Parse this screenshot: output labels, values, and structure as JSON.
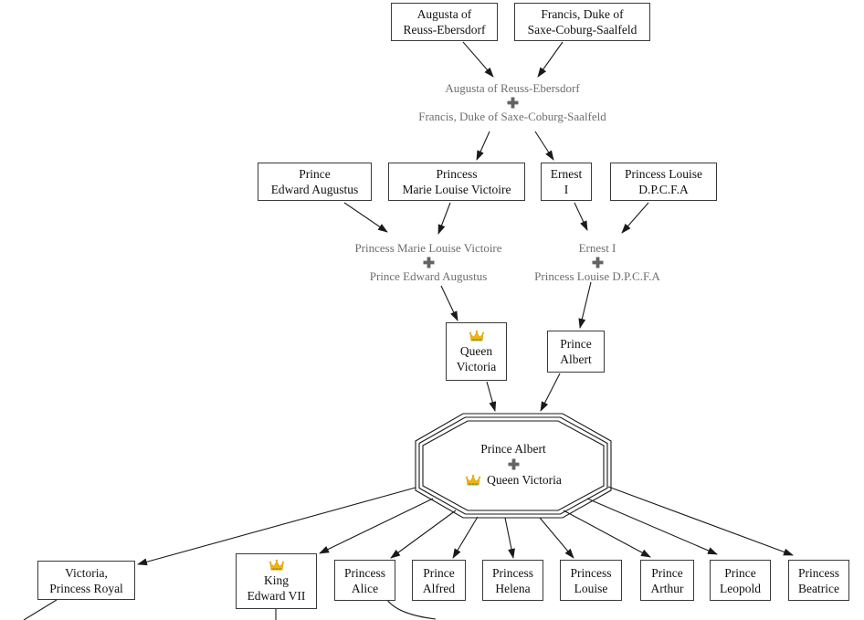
{
  "diagram_type": "family-tree",
  "colors": {
    "background": "#ffffff",
    "box_border": "#3a3a3a",
    "node_text": "#101010",
    "union_text": "#6e6e6e",
    "plus_icon": "#636363",
    "edge": "#1a1a1a",
    "crown_gold": "#f4b400",
    "crown_band": "#e09f00",
    "crown_gem": "#2aa198"
  },
  "icons": {
    "plus": "plus-icon",
    "crown": "crown-icon"
  },
  "nodes": {
    "augusta": {
      "lines": [
        "Augusta of",
        "Reuss-Ebersdorf"
      ]
    },
    "francis": {
      "lines": [
        "Francis, Duke of",
        "Saxe-Coburg-Saalfeld"
      ]
    },
    "edward_augustus": {
      "lines": [
        "Prince",
        "Edward Augustus"
      ]
    },
    "marie_louise": {
      "lines": [
        "Princess",
        "Marie Louise Victoire"
      ]
    },
    "ernest": {
      "lines": [
        "Ernest",
        "I"
      ]
    },
    "louise_dpcfa": {
      "lines": [
        "Princess Louise",
        "D.P.C.F.A"
      ]
    },
    "queen_victoria": {
      "crowned": true,
      "lines": [
        "Queen",
        "Victoria"
      ]
    },
    "prince_albert": {
      "lines": [
        "Prince",
        "Albert"
      ]
    },
    "victoria_royal": {
      "lines": [
        "Victoria,",
        "Princess Royal"
      ]
    },
    "edward_vii": {
      "crowned": true,
      "lines": [
        "King",
        "Edward VII"
      ]
    },
    "alice": {
      "lines": [
        "Princess",
        "Alice"
      ]
    },
    "alfred": {
      "lines": [
        "Prince",
        "Alfred"
      ]
    },
    "helena": {
      "lines": [
        "Princess",
        "Helena"
      ]
    },
    "louise": {
      "lines": [
        "Princess",
        "Louise"
      ]
    },
    "arthur": {
      "lines": [
        "Prince",
        "Arthur"
      ]
    },
    "leopold": {
      "lines": [
        "Prince",
        "Leopold"
      ]
    },
    "beatrice": {
      "lines": [
        "Princess",
        "Beatrice"
      ]
    }
  },
  "unions": {
    "u1": {
      "top": "Augusta of Reuss-Ebersdorf",
      "bottom": "Francis, Duke of Saxe-Coburg-Saalfeld"
    },
    "u2": {
      "top": "Princess Marie Louise Victoire",
      "bottom": "Prince Edward Augustus"
    },
    "u3": {
      "top": "Ernest I",
      "bottom": "Princess Louise D.P.C.F.A"
    },
    "u4": {
      "top": "Prince Albert",
      "bottom": "Queen Victoria",
      "bottom_crowned": true
    }
  },
  "edges": [
    {
      "from": "augusta",
      "to": "u1"
    },
    {
      "from": "francis",
      "to": "u1"
    },
    {
      "from": "u1",
      "to": "marie_louise"
    },
    {
      "from": "u1",
      "to": "ernest"
    },
    {
      "from": "edward_augustus",
      "to": "u2"
    },
    {
      "from": "marie_louise",
      "to": "u2"
    },
    {
      "from": "ernest",
      "to": "u3"
    },
    {
      "from": "louise_dpcfa",
      "to": "u3"
    },
    {
      "from": "u2",
      "to": "queen_victoria"
    },
    {
      "from": "u3",
      "to": "prince_albert"
    },
    {
      "from": "queen_victoria",
      "to": "u4"
    },
    {
      "from": "prince_albert",
      "to": "u4"
    },
    {
      "from": "u4",
      "to": "victoria_royal"
    },
    {
      "from": "u4",
      "to": "edward_vii"
    },
    {
      "from": "u4",
      "to": "alice"
    },
    {
      "from": "u4",
      "to": "alfred"
    },
    {
      "from": "u4",
      "to": "helena"
    },
    {
      "from": "u4",
      "to": "louise"
    },
    {
      "from": "u4",
      "to": "arthur"
    },
    {
      "from": "u4",
      "to": "leopold"
    },
    {
      "from": "u4",
      "to": "beatrice"
    }
  ]
}
